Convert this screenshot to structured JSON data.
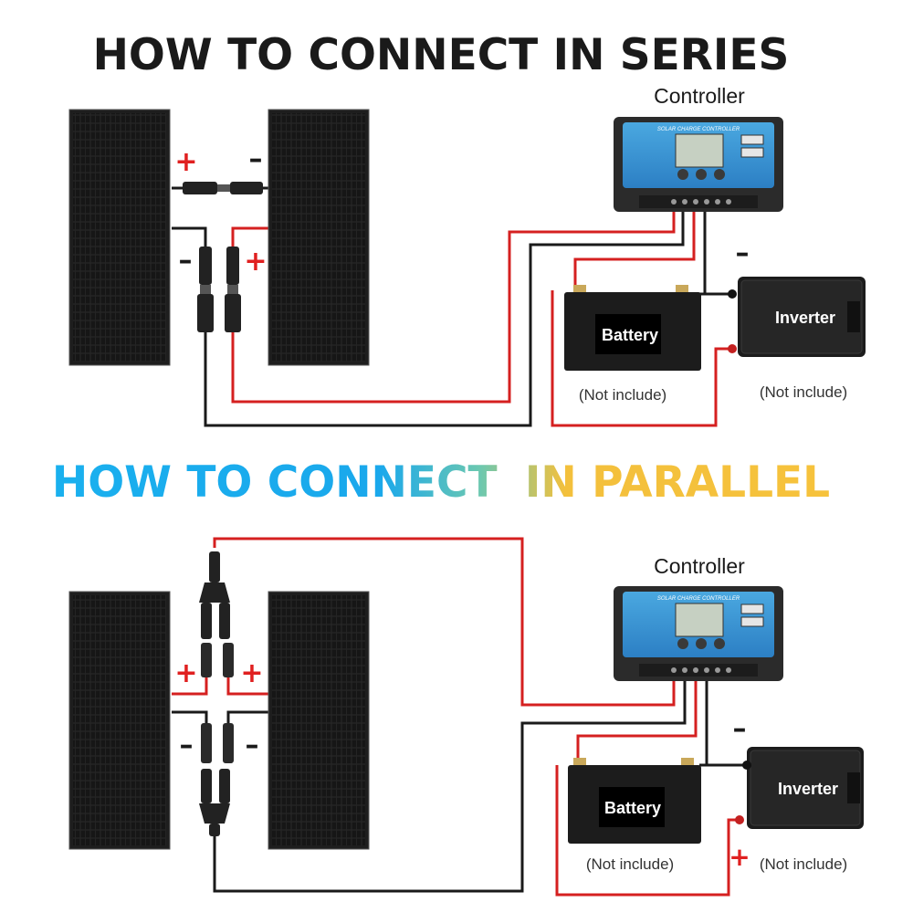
{
  "series_section": {
    "title": "HOW TO CONNECT IN SERIES",
    "controller_label": "Controller",
    "controller_panel_text": "SOLAR CHARGE CONTROLLER",
    "battery_label": "Battery",
    "inverter_label": "Inverter",
    "battery_note": "(Not include)",
    "inverter_note": "(Not include)",
    "symbols": {
      "plus": "+",
      "minus": "–"
    }
  },
  "parallel_section": {
    "title_part1": "HOW TO CONNECT",
    "title_part2": "IN PARALLEL",
    "controller_label": "Controller",
    "controller_panel_text": "SOLAR CHARGE CONTROLLER",
    "battery_label": "Battery",
    "inverter_label": "Inverter",
    "battery_note": "(Not include)",
    "inverter_note": "(Not include)",
    "symbols": {
      "plus": "+",
      "minus": "–"
    }
  },
  "colors": {
    "heading_dark": "#1a1a1a",
    "gradient_blue": "#1ab0ee",
    "gradient_teal": "#4cc3b8",
    "gradient_gold": "#f3c03c",
    "wire_red": "#d52020",
    "wire_black": "#1a1a1a",
    "sign_red": "#e02020",
    "controller_blue": "#3a9ad8"
  }
}
